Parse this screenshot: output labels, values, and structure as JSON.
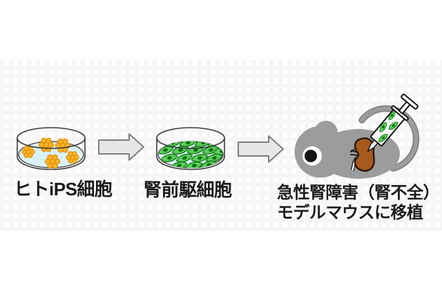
{
  "steps": [
    {
      "name": "human-ips-cells",
      "label": "ヒトiPS細胞",
      "icon": "petri-dish-icon",
      "cells": "orange iPS colonies"
    },
    {
      "name": "kidney-progenitor-cells",
      "label": "腎前駆細胞",
      "icon": "petri-dish-icon",
      "cells": "green spindle cells"
    },
    {
      "name": "transplant-into-model-mouse",
      "label_line1": "急性腎障害（腎不全）",
      "label_line2": "モデルマウスに移植",
      "icon": "mouse-icon"
    }
  ],
  "icons": {
    "petri-dish-icon": "culture dish with medium",
    "flow-arrow-icon": "right-pointing block arrow",
    "mouse-icon": "gray model mouse",
    "kidney-icon": "brown kidney",
    "syringe-icon": "syringe filled with green cells"
  },
  "colors": {
    "outline": "#3a3a3a",
    "liquid": "#d9f1f4",
    "colony": "#f9b22c",
    "colony-edge": "#dd8f00",
    "cell-green": "#5bce57",
    "cell-green-edge": "#15761a",
    "cell-green-dark": "#0d6b12",
    "arrow-fill": "#e6e6e6",
    "arrow-edge": "#7e7e7e",
    "mouse-gray": "#9c9c9c",
    "tail-gray": "#868686",
    "kidney-brown": "#a75a1e",
    "grid-line": "#ececec",
    "text": "#1b1b1b"
  }
}
